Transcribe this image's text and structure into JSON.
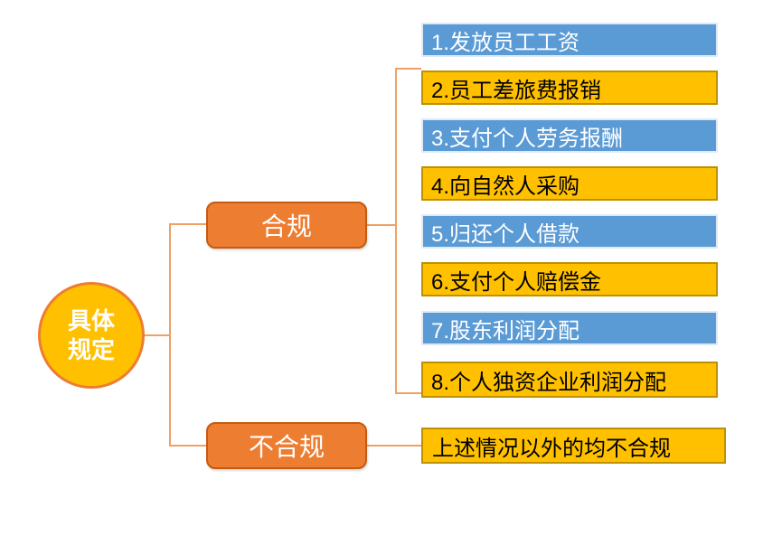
{
  "diagram": {
    "root": {
      "label": "具体规定",
      "line1": "具体",
      "line2": "规定"
    },
    "branches": {
      "compliant": {
        "label": "合规"
      },
      "noncompliant": {
        "label": "不合规"
      }
    },
    "compliant_items": [
      {
        "label": "1.发放员工工资",
        "style": "blue"
      },
      {
        "label": "2.员工差旅费报销",
        "style": "yellow"
      },
      {
        "label": "3.支付个人劳务报酬",
        "style": "blue"
      },
      {
        "label": "4.向自然人采购",
        "style": "yellow"
      },
      {
        "label": "5.归还个人借款",
        "style": "blue"
      },
      {
        "label": "6.支付个人赔偿金",
        "style": "yellow"
      },
      {
        "label": "7.股东利润分配",
        "style": "blue"
      },
      {
        "label": "8.个人独资企业利润分配",
        "style": "yellow"
      }
    ],
    "noncompliant_result": {
      "label": "上述情况以外的均不合规",
      "style": "yellow"
    }
  },
  "palette": {
    "blue_fill": "#5B9BD5",
    "blue_border": "#DEEBF7",
    "yellow_fill": "#FFC000",
    "yellow_border": "#BF9000",
    "orange_fill": "#ED7D31",
    "orange_border": "#C55A11",
    "circle_fill": "#FFC000",
    "circle_border": "#ED7D31",
    "connector": "#F0A064",
    "text_on_blue": "#FFFFFF",
    "text_on_orange": "#FFFFFF",
    "text_on_yellow": "#000000"
  }
}
